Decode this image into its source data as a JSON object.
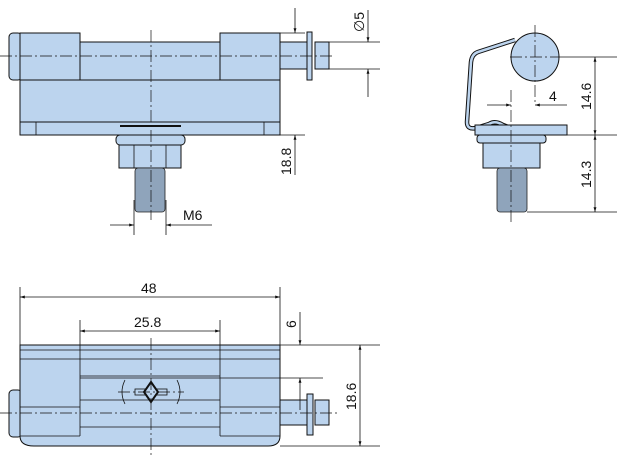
{
  "title": "Technical drawing of a spring plunger latch (three views)",
  "dimensions": {
    "front_view": {
      "height": "18.8",
      "pin_diameter": "∅5",
      "thread": "M6"
    },
    "side_view": {
      "upper_height": "14.6",
      "lower_height": "14.3",
      "offset": "4"
    },
    "bottom_view": {
      "width": "48",
      "inner_width": "25.8",
      "offset": "6",
      "depth": "18.6"
    }
  },
  "colors": {
    "part_fill": "#bcd4ee",
    "line": "#111111"
  }
}
